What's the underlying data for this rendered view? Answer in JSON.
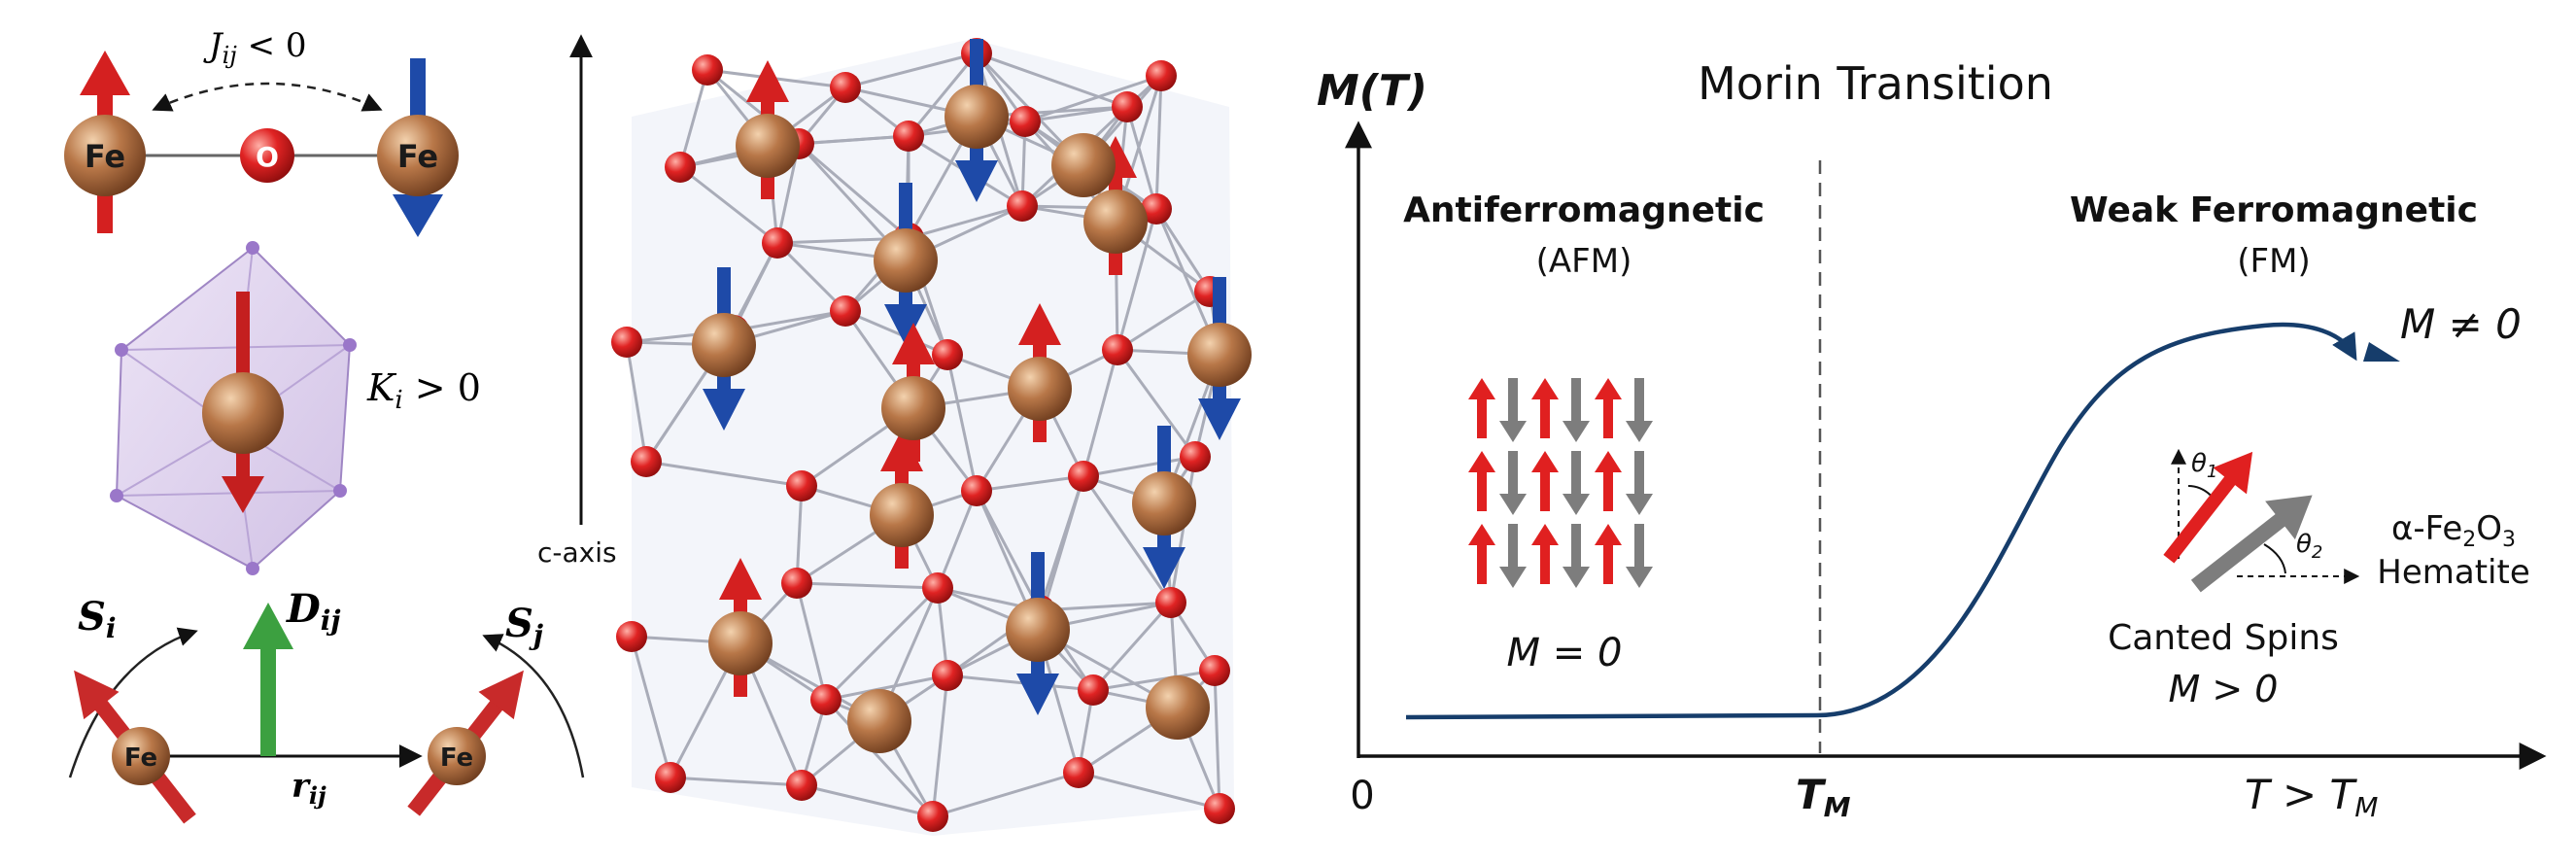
{
  "left_panel": {
    "superexchange": {
      "atom_left": "Fe",
      "atom_mid": "O",
      "atom_right": "Fe",
      "label_sym": "J",
      "label_sub": "ij",
      "label_rel": " < 0"
    },
    "anisotropy": {
      "label_sym": "K",
      "label_sub": "i",
      "label_rel": " > 0"
    },
    "dm": {
      "s_i_sym": "S",
      "s_i_sub": "i",
      "d_sym": "D",
      "d_sub": "ij",
      "s_j_sym": "S",
      "s_j_sub": "j",
      "r_sym": "r",
      "r_sub": "ij",
      "atom_left": "Fe",
      "atom_right": "Fe"
    }
  },
  "lattice": {
    "axis_label": "c-axis"
  },
  "morin_plot": {
    "title": "Morin Transition",
    "y_axis_label": "M(T)",
    "origin_label": "0",
    "tm_label_sym": "T",
    "tm_label_sub": "M",
    "x_end_sym": "T > T",
    "x_end_sub": "M",
    "afm_line1": "Antiferromagnetic",
    "afm_line2": "(AFM)",
    "fm_line1": "Weak Ferromagnetic",
    "fm_line2": "(FM)",
    "m_zero": "M = 0",
    "m_nonzero": "M ≠ 0",
    "theta1_sym": "θ",
    "theta1_sub": "1",
    "theta2_sym": "θ",
    "theta2_sub": "2",
    "material_line1_a": "α-Fe",
    "material_line1_b": "2",
    "material_line1_c": "O",
    "material_line1_d": "3",
    "material_line2": "Hematite",
    "canted_line1": "Canted Spins",
    "canted_line2": "M > 0",
    "colors": {
      "curve": "#163d6b",
      "red_spin": "#e02020",
      "gray_spin": "#7d7d7d",
      "iron": "#a8673c",
      "oxygen": "#d81e1e",
      "dm_vector": "#3ca040"
    }
  }
}
